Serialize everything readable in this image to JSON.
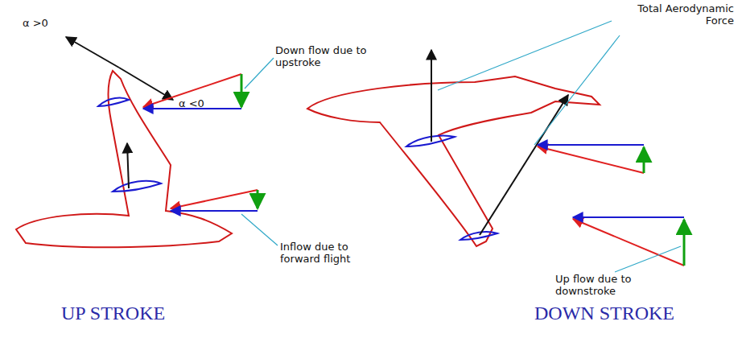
{
  "diagram": {
    "labels": [
      "α >0",
      "α <0",
      "Down flow due to upstroke",
      "Inflow due to forward flight",
      "Total Aerodynamic Force",
      "Up flow due to downstroke",
      "UP STROKE",
      "DOWN STROKE"
    ]
  }
}
